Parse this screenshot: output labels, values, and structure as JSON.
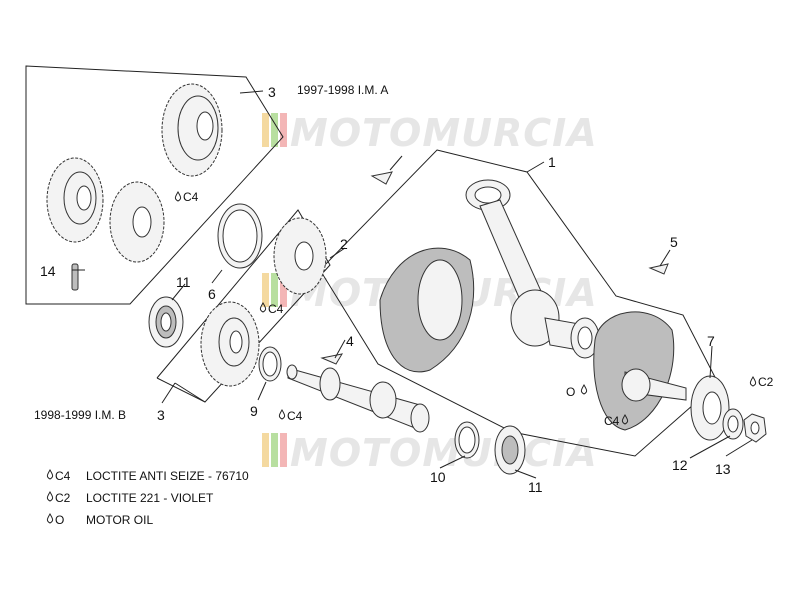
{
  "header": {
    "version_a": "1997-1998 I.M. A",
    "version_b": "1998-1999 I.M. B"
  },
  "watermark": "MOTOMURCIA",
  "callouts": {
    "c1": "1",
    "c2": "2",
    "c3a": "3",
    "c3b": "3",
    "c4": "4",
    "c5": "5",
    "c6": "6",
    "c7": "7",
    "c9": "9",
    "c10": "10",
    "c11a": "11",
    "c11b": "11",
    "c12": "12",
    "c13": "13",
    "c14": "14"
  },
  "markers": {
    "m_c4_gear": "C4",
    "m_c4_spacer": "C4",
    "m_c4_shaft": "C4",
    "m_c4_crank": "C4",
    "m_c2_nut": "C2",
    "m_o_crank": "O"
  },
  "legend": [
    {
      "code": "C4",
      "text": "LOCTITE ANTI SEIZE - 76710"
    },
    {
      "code": "C2",
      "text": "LOCTITE 221 - VIOLET"
    },
    {
      "code": "O",
      "text": "MOTOR OIL"
    }
  ],
  "colors": {
    "watermark_stripe_1": "#f4d9a0",
    "watermark_stripe_2": "#b8dfa0",
    "watermark_stripe_3": "#f3b6b6"
  }
}
